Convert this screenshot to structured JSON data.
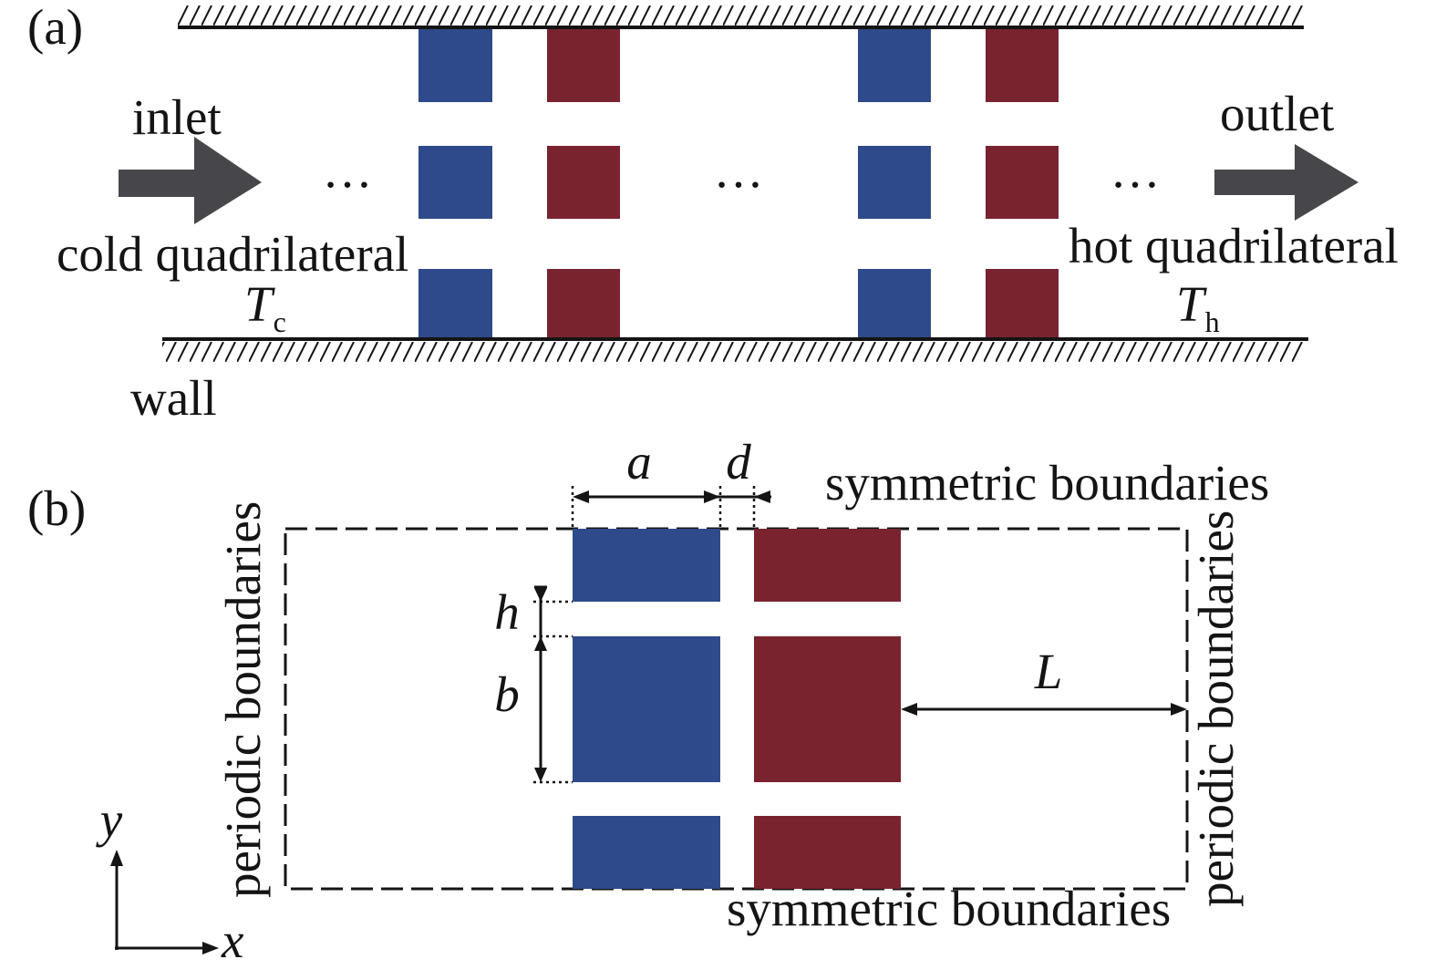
{
  "colors": {
    "cold": "#2f4a8a",
    "hot": "#79232f",
    "flow_arrow": "#47474b"
  },
  "panel_a": {
    "label": "(a)",
    "inlet": "inlet",
    "outlet": "outlet",
    "ellipsis": "…",
    "cold_label": "cold quadrilateral",
    "hot_label": "hot quadrilateral",
    "cold_temperature": {
      "symbol": "T",
      "subscript": "c"
    },
    "hot_temperature": {
      "symbol": "T",
      "subscript": "h"
    },
    "wall": "wall"
  },
  "panel_b": {
    "label": "(b)",
    "dimensions": {
      "a": "a",
      "d": "d",
      "h": "h",
      "b": "b",
      "L": "L"
    },
    "symmetric_top": "symmetric boundaries",
    "symmetric_bottom": "symmetric boundaries",
    "periodic_left": "periodic boundaries",
    "periodic_right": "periodic boundaries",
    "axes": {
      "x": "x",
      "y": "y"
    }
  }
}
